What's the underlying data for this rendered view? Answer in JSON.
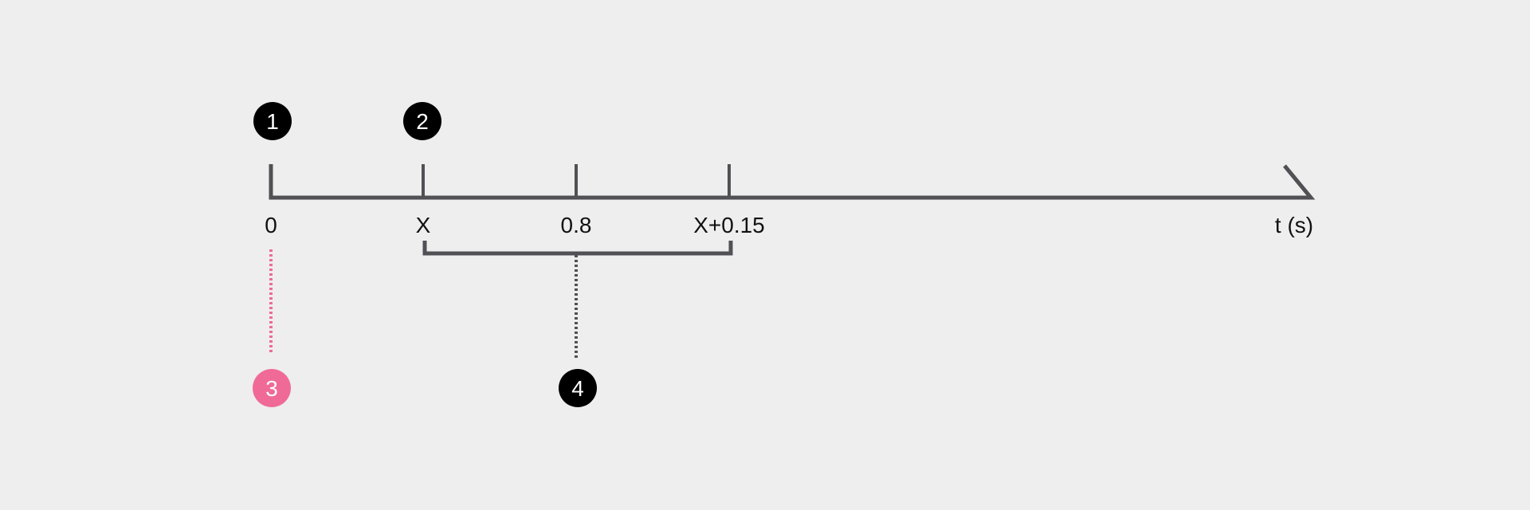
{
  "axis": {
    "unit_label": "t (s)",
    "ticks": [
      "0",
      "X",
      "0.8",
      "X+0.15"
    ]
  },
  "markers": [
    {
      "label": "1",
      "color": "#000000"
    },
    {
      "label": "2",
      "color": "#000000"
    },
    {
      "label": "3",
      "color": "#f06a97"
    },
    {
      "label": "4",
      "color": "#000000"
    }
  ],
  "colors": {
    "background": "#eeeeee",
    "axis": "#505055",
    "accent": "#f06a97",
    "marker_dark": "#000000"
  }
}
